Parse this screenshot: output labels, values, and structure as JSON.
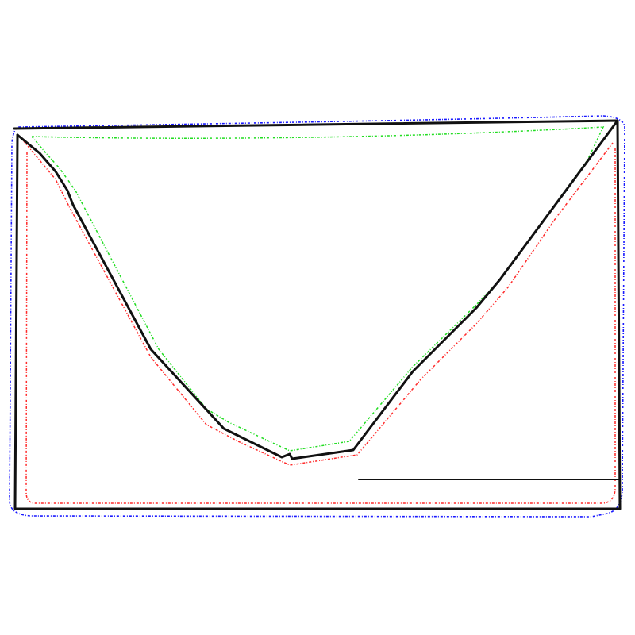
{
  "colors": {
    "background": "#ffffff",
    "main_outline": "#111111",
    "outer_boundary": "#1a1aff",
    "inner_boundary": "#ff2a2a",
    "flap_trace": "#22dd22"
  },
  "strokes": {
    "main_outline": "solid",
    "outer_boundary": "dash-dot",
    "inner_boundary": "dash-dot",
    "flap_trace": "dash-dot"
  }
}
